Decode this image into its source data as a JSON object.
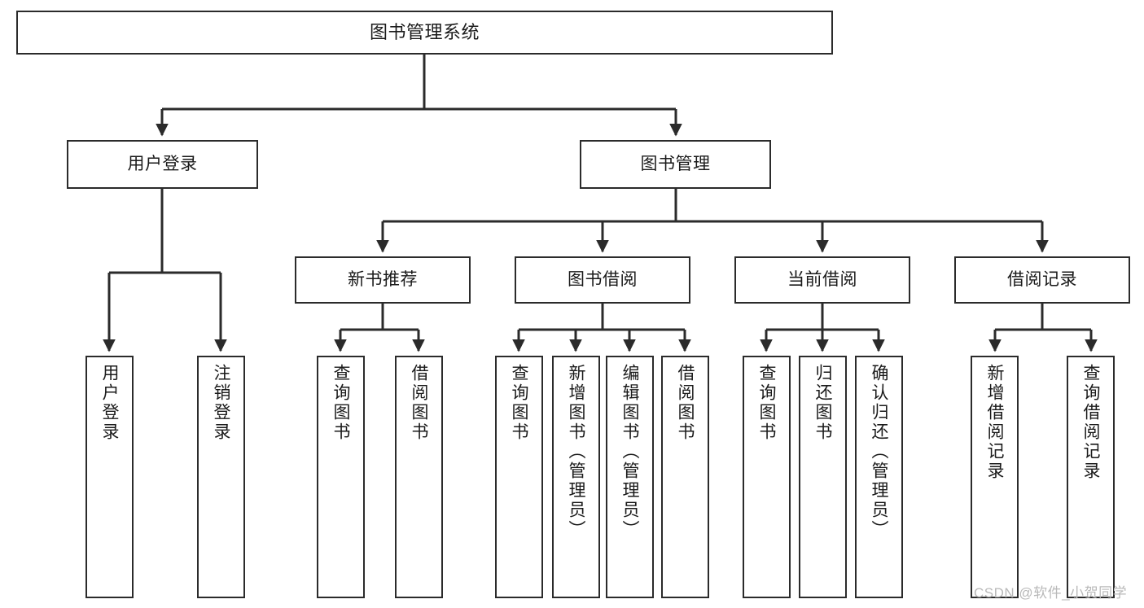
{
  "diagram": {
    "title": "图书管理系统",
    "type": "tree",
    "colors": {
      "box_border": "#2b2b2b",
      "box_fill": "#ffffff",
      "connector": "#2b2b2b",
      "background": "#ffffff",
      "watermark": "#b9b9b9"
    },
    "watermark": "CSDN @软件_小贺同学",
    "nodes": {
      "root": {
        "label": "图书管理系统"
      },
      "level2": [
        {
          "id": "user-login",
          "label": "用户登录"
        },
        {
          "id": "book-management",
          "label": "图书管理"
        }
      ],
      "level3": [
        {
          "id": "new-book-recommend",
          "label": "新书推荐"
        },
        {
          "id": "book-borrow",
          "label": "图书借阅"
        },
        {
          "id": "current-borrow",
          "label": "当前借阅"
        },
        {
          "id": "borrow-record",
          "label": "借阅记录"
        }
      ],
      "leaves": {
        "user-login": [
          {
            "id": "leaf-user-login",
            "label": "用户登录"
          },
          {
            "id": "leaf-logout-login",
            "label": "注销登录"
          }
        ],
        "new-book-recommend": [
          {
            "id": "leaf-query-book-1",
            "label": "查询图书"
          },
          {
            "id": "leaf-borrow-book-1",
            "label": "借阅图书"
          }
        ],
        "book-borrow": [
          {
            "id": "leaf-query-book-2",
            "label": "查询图书"
          },
          {
            "id": "leaf-add-book",
            "label": "新增图书（管理员）"
          },
          {
            "id": "leaf-edit-book",
            "label": "编辑图书（管理员）"
          },
          {
            "id": "leaf-borrow-book-2",
            "label": "借阅图书"
          }
        ],
        "current-borrow": [
          {
            "id": "leaf-query-book-3",
            "label": "查询图书"
          },
          {
            "id": "leaf-return-book",
            "label": "归还图书"
          },
          {
            "id": "leaf-confirm-return",
            "label": "确认归还（管理员）"
          }
        ],
        "borrow-record": [
          {
            "id": "leaf-add-record",
            "label": "新增借阅记录"
          },
          {
            "id": "leaf-query-record",
            "label": "查询借阅记录"
          }
        ]
      }
    }
  }
}
